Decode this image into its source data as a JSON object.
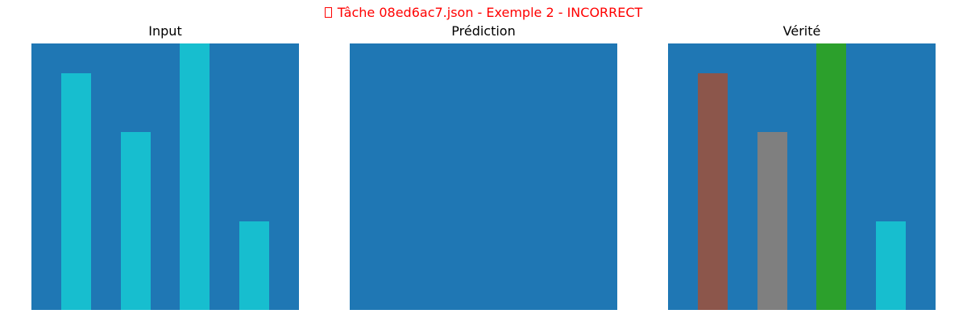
{
  "figure": {
    "title": "Tâche 08ed6ac7.json - Exemple 2 - INCORRECT",
    "title_color": "#ff0000"
  },
  "palette": {
    "0": "#1f77b4",
    "1": "#8c564b",
    "2": "#7f7f7f",
    "3": "#2ca02c",
    "5": "#17becf"
  },
  "panels": [
    {
      "title": "Input",
      "grid": [
        [
          0,
          0,
          0,
          0,
          0,
          5,
          0,
          0,
          0
        ],
        [
          0,
          5,
          0,
          0,
          0,
          5,
          0,
          0,
          0
        ],
        [
          0,
          5,
          0,
          0,
          0,
          5,
          0,
          0,
          0
        ],
        [
          0,
          5,
          0,
          5,
          0,
          5,
          0,
          0,
          0
        ],
        [
          0,
          5,
          0,
          5,
          0,
          5,
          0,
          0,
          0
        ],
        [
          0,
          5,
          0,
          5,
          0,
          5,
          0,
          0,
          0
        ],
        [
          0,
          5,
          0,
          5,
          0,
          5,
          0,
          5,
          0
        ],
        [
          0,
          5,
          0,
          5,
          0,
          5,
          0,
          5,
          0
        ],
        [
          0,
          5,
          0,
          5,
          0,
          5,
          0,
          5,
          0
        ]
      ]
    },
    {
      "title": "Prédiction",
      "grid": [
        [
          0,
          0,
          0,
          0,
          0,
          0,
          0,
          0,
          0
        ],
        [
          0,
          0,
          0,
          0,
          0,
          0,
          0,
          0,
          0
        ],
        [
          0,
          0,
          0,
          0,
          0,
          0,
          0,
          0,
          0
        ],
        [
          0,
          0,
          0,
          0,
          0,
          0,
          0,
          0,
          0
        ],
        [
          0,
          0,
          0,
          0,
          0,
          0,
          0,
          0,
          0
        ],
        [
          0,
          0,
          0,
          0,
          0,
          0,
          0,
          0,
          0
        ],
        [
          0,
          0,
          0,
          0,
          0,
          0,
          0,
          0,
          0
        ],
        [
          0,
          0,
          0,
          0,
          0,
          0,
          0,
          0,
          0
        ],
        [
          0,
          0,
          0,
          0,
          0,
          0,
          0,
          0,
          0
        ]
      ]
    },
    {
      "title": "Vérité",
      "grid": [
        [
          0,
          0,
          0,
          0,
          0,
          3,
          0,
          0,
          0
        ],
        [
          0,
          1,
          0,
          0,
          0,
          3,
          0,
          0,
          0
        ],
        [
          0,
          1,
          0,
          0,
          0,
          3,
          0,
          0,
          0
        ],
        [
          0,
          1,
          0,
          2,
          0,
          3,
          0,
          0,
          0
        ],
        [
          0,
          1,
          0,
          2,
          0,
          3,
          0,
          0,
          0
        ],
        [
          0,
          1,
          0,
          2,
          0,
          3,
          0,
          0,
          0
        ],
        [
          0,
          1,
          0,
          2,
          0,
          3,
          0,
          5,
          0
        ],
        [
          0,
          1,
          0,
          2,
          0,
          3,
          0,
          5,
          0
        ],
        [
          0,
          1,
          0,
          2,
          0,
          3,
          0,
          5,
          0
        ]
      ]
    }
  ]
}
